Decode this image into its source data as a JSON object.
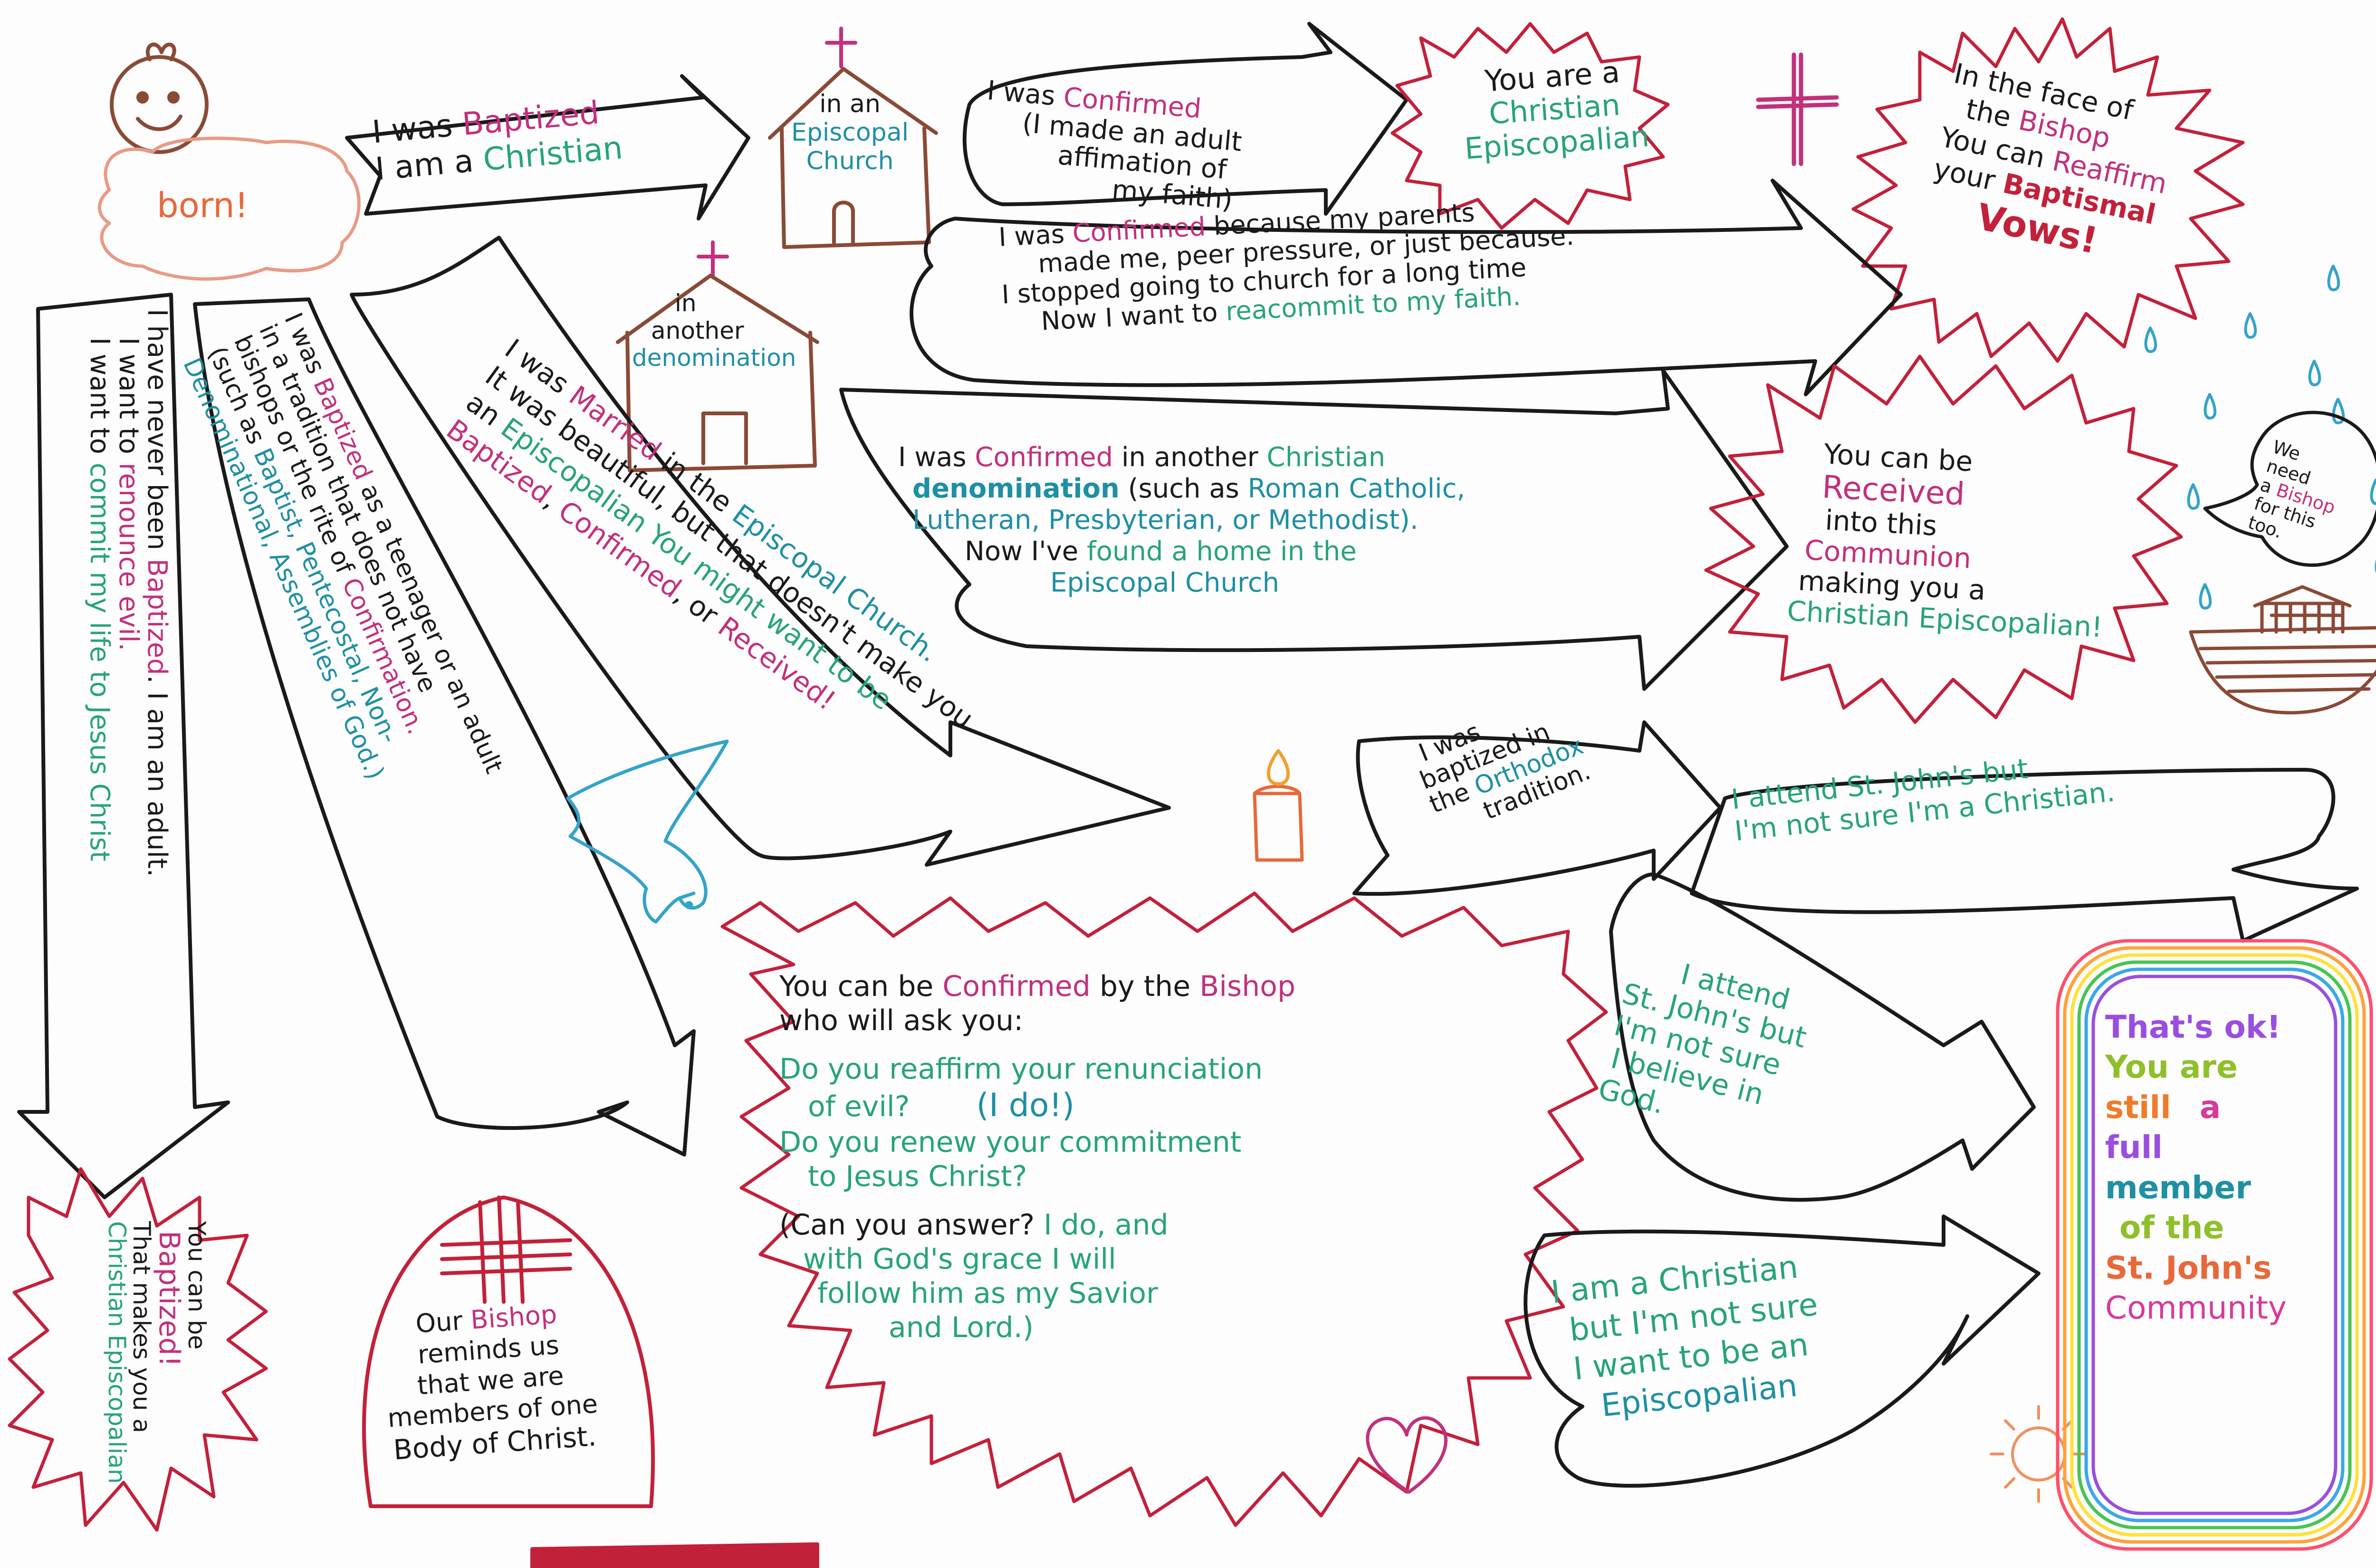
{
  "colors": {
    "ink": "#1a1a1a",
    "pink": "#c2307d",
    "green": "#27a37a",
    "teal": "#1f8fa3",
    "red": "#c3203a",
    "brown": "#8a4a36",
    "orange": "#e8683a",
    "blue": "#34a3c9",
    "cloud_outline": "#e89a86"
  },
  "icons": {
    "baby": "smiling-face-icon",
    "church": "church-icon",
    "cross": "cross-icon",
    "dove": "dove-icon",
    "candle": "candle-icon",
    "ark": "ark-icon",
    "raindrops": "raindrop-icon",
    "heart": "heart-icon",
    "sun": "sun-icon",
    "mitre": "mitre-icon"
  },
  "nodes": {
    "born": "born!",
    "baptized": {
      "l1a": "I was ",
      "l1b": "Baptized",
      "l2a": "I am a ",
      "l2b": "Christian"
    },
    "church_episcopal": {
      "l1": "in an",
      "l2": "Episcopal",
      "l3": "Church"
    },
    "church_other": {
      "l1": "in",
      "l2": "another",
      "l3": "denomination"
    },
    "confirmed_adult": {
      "l1a": "I was ",
      "l1b": "Confirmed",
      "l2": "(I made an adult",
      "l3": "affimation of",
      "l4": "my faith)"
    },
    "christian_episcopalian": {
      "l1": "You are a",
      "l2": "Christian",
      "l3": "Episcopalian"
    },
    "reaffirm": {
      "l1": "In the face of",
      "l2a": "the ",
      "l2b": "Bishop",
      "l3a": "You can ",
      "l3b": "Reaffirm",
      "l4a": "your ",
      "l4b": "Baptismal",
      "l5": "Vows!"
    },
    "confirmed_parents": {
      "l1a": "I was ",
      "l1b": "Confirmed",
      "l1c": " because my parents",
      "l2": "made me, peer pressure, or just because.",
      "l3": "I stopped going to church for a long time",
      "l4a": "Now I want to ",
      "l4b": "reacommit to my faith."
    },
    "confirmed_other": {
      "l1a": "I was ",
      "l1b": "Confirmed",
      "l1c": " in another ",
      "l1d": "Christian",
      "l2a": "denomination",
      "l2b": " (such as ",
      "l2c": "Roman Catholic,",
      "l3": "Lutheran, Presbyterian, or Methodist).",
      "l4a": "Now I've ",
      "l4b": "found a home in the",
      "l5": "Episcopal Church"
    },
    "received": {
      "l1": "You can be",
      "l2": "Received",
      "l3": "into this",
      "l4": "Communion",
      "l5": "making you a",
      "l6a": "Christian",
      "l6b": " Episcopalian!"
    },
    "bishop_bubble": {
      "l1": "We",
      "l2": "need",
      "l3a": "a ",
      "l3b": "Bishop",
      "l4": "for this",
      "l5": "too."
    },
    "married": {
      "l1a": "I was ",
      "l1b": "Married",
      "l1c": " in the ",
      "l1d": "Episcopal Church.",
      "l2": "It was beautiful, but that doesn't make you",
      "l3a": "an ",
      "l3b": "Episcopalian",
      "l3c": " You might want to be",
      "l4a": "Baptized",
      "l4b": ", ",
      "l4c": "Confirmed",
      "l4d": ", or ",
      "l4e": "Received!"
    },
    "baptized_teen": {
      "l1a": "I was ",
      "l1b": "Baptized",
      "l1c": " as a teenager or an adult",
      "l2a": "in a tradition that does not have",
      "l2b": "",
      "l3a": "bishops or the rite of ",
      "l3b": "Confirmation.",
      "l4a": "(such as ",
      "l4b": "Baptist, Pentecostal, Non-",
      "l5": "Denominational, Assemblies of God.)"
    },
    "never_baptized": {
      "l1a": "I have never been ",
      "l1b": "Baptized",
      "l1c": ". I am an adult.",
      "l2a": "I want to ",
      "l2b": "renounce evil.",
      "l3a": "I want to ",
      "l3b": "commit my life to Jesus Christ"
    },
    "you_can_be_baptized": {
      "l1": "You can be",
      "l2": "Baptized!",
      "l3": "That makes you a",
      "l4": "Christian Episcopalian"
    },
    "orthodox": {
      "l1": "I was",
      "l2": "baptized in",
      "l3a": "the ",
      "l3b": "Orthodox",
      "l4": "tradition."
    },
    "not_sure_christian": {
      "l1": "I attend St. John's but",
      "l2": "I'm not sure I'm a Christian."
    },
    "confirmed_by_bishop": {
      "l1a": "You can be ",
      "l1b": "Confirmed",
      "l1c": " by the ",
      "l1d": "Bishop",
      "l2": "who will ask you:",
      "l3": "Do you reaffirm your renunciation",
      "l4": "of evil?",
      "l4b": "(I do!)",
      "l5": "Do you renew your commitment",
      "l6": "to Jesus Christ?",
      "l7a": "(Can you answer? ",
      "l7b": "I do, and",
      "l8": "with God's grace I will",
      "l9": "follow him as my Savior",
      "l10": "and Lord.)"
    },
    "not_sure_god": {
      "l1": "I attend",
      "l2": "St. John's but",
      "l3": "I'm not sure",
      "l4": "I believe in",
      "l5": "God."
    },
    "not_sure_episcopalian": {
      "l1": "I am a Christian",
      "l2": "but I'm not sure",
      "l3": "I want to be an",
      "l4": "Episcopalian"
    },
    "bishop_mitre": {
      "l1a": "Our ",
      "l1b": "Bishop",
      "l2": "reminds us",
      "l3": "that we are",
      "l4": "members of one",
      "l5": "Body of Christ."
    },
    "thats_ok": {
      "l1": "That's ok!",
      "l2": "You are",
      "l3": "still",
      "l3b": "a",
      "l4": "full",
      "l5": "member",
      "l6": "of the",
      "l7": "St. John's",
      "l8": "Community"
    }
  }
}
